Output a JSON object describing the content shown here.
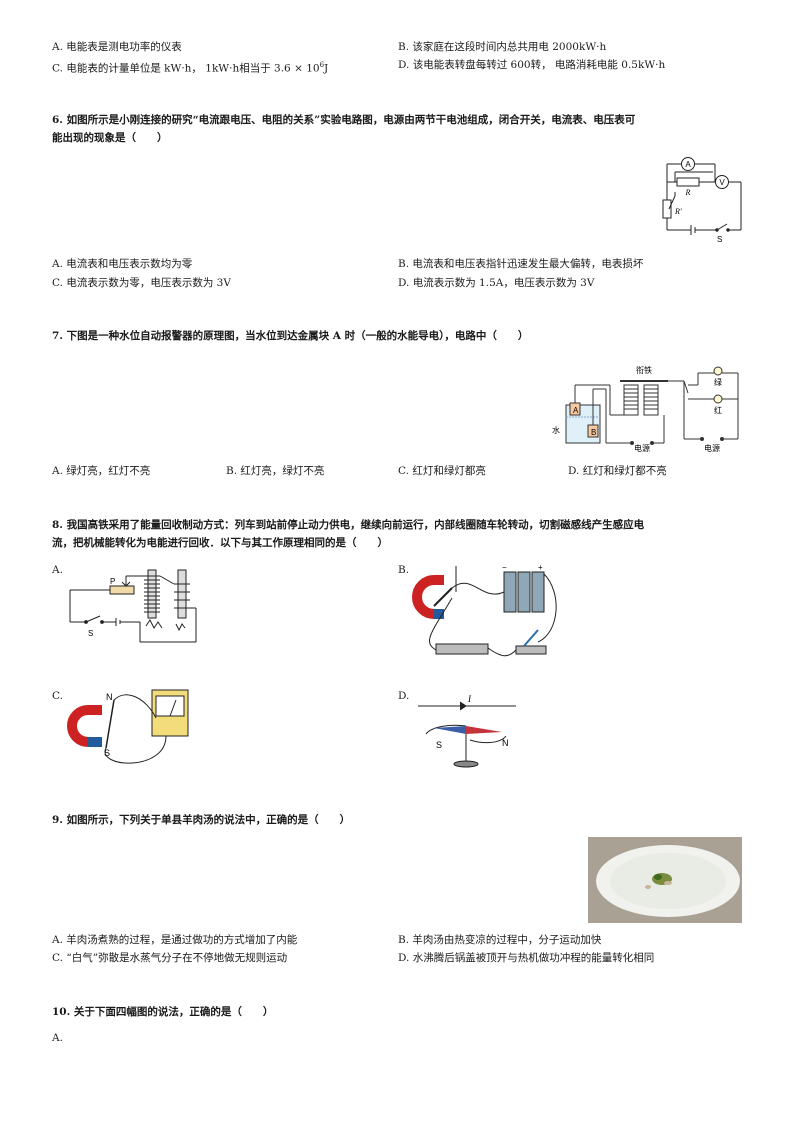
{
  "q5": {
    "options": {
      "A": "A. 电能表是测电功率的仪表",
      "B": "B. 该家庭在这段时间内总共用电 2000kW·h",
      "C_pre": "C. 电能表的计量单位是 kW·h， 1kW·h相当于 3.6 × 10",
      "C_sup": "6",
      "C_post": "J",
      "D": "D. 该电能表转盘每转过 600转， 电路消耗电能 0.5kW·h"
    }
  },
  "q6": {
    "stem_line1": "6. 如图所示是小刚连接的研究“电流跟电压、电阻的关系”实验电路图，电源由两节干电池组成，闭合开关，电流表、电压表可",
    "stem_line2": "能出现的现象是（　　）",
    "figure_labels": {
      "ammeter": "A",
      "voltmeter": "V",
      "resistor": "R",
      "rheostat": "R'",
      "switch": "S"
    },
    "options": {
      "A": "A. 电流表和电压表示数均为零",
      "B": "B. 电流表和电压表指针迅速发生最大偏转，电表损坏",
      "C": "C. 电流表示数为零，电压表示数为 3V",
      "D": "D. 电流表示数为 1.5A，电压表示数为 3V"
    }
  },
  "q7": {
    "stem": "7. 下图是一种水位自动报警器的原理图，当水位到达金属块 A 时（一般的水能导电），电路中（　　）",
    "figure_labels": {
      "block_a": "A",
      "block_b": "B",
      "water": "水",
      "armature": "衔铁",
      "green": "绿",
      "red": "红",
      "power1": "电源",
      "power2": "电源"
    },
    "options": {
      "A": "A. 绿灯亮，红灯不亮",
      "B": "B. 红灯亮，绿灯不亮",
      "C": "C. 红灯和绿灯都亮",
      "D": "D. 红灯和绿灯都不亮"
    }
  },
  "q8": {
    "stem_line1": "8. 我国高铁采用了能量回收制动方式：列车到站前停止动力供电，继续向前运行，内部线圈随车轮转动，切割磁感线产生感应电",
    "stem_line2": "流，把机械能转化为电能进行回收．以下与其工作原理相同的是（　　）",
    "options": {
      "A": "A.",
      "B": "B.",
      "C": "C.",
      "D": "D."
    },
    "figure_labels": {
      "p": "P",
      "s_a": "S",
      "n_c": "N",
      "s_c": "S",
      "i_d": "I",
      "s_d": "S",
      "n_d": "N",
      "minus": "−",
      "plus": "+"
    }
  },
  "q9": {
    "stem": "9. 如图所示，下列关于单县羊肉汤的说法中，正确的是（　　）",
    "options": {
      "A": "A. 羊肉汤煮熟的过程，是通过做功的方式增加了内能",
      "B": "B. 羊肉汤由热变凉的过程中，分子运动加快",
      "C": "C. “白气”弥散是水蒸气分子在不停地做无规则运动",
      "D": "D. 水沸腾后锅盖被顶开与热机做功冲程的能量转化相同"
    }
  },
  "q10": {
    "stem": "10. 关于下面四幅图的说法，正确的是（　　）",
    "option_a": "A."
  }
}
